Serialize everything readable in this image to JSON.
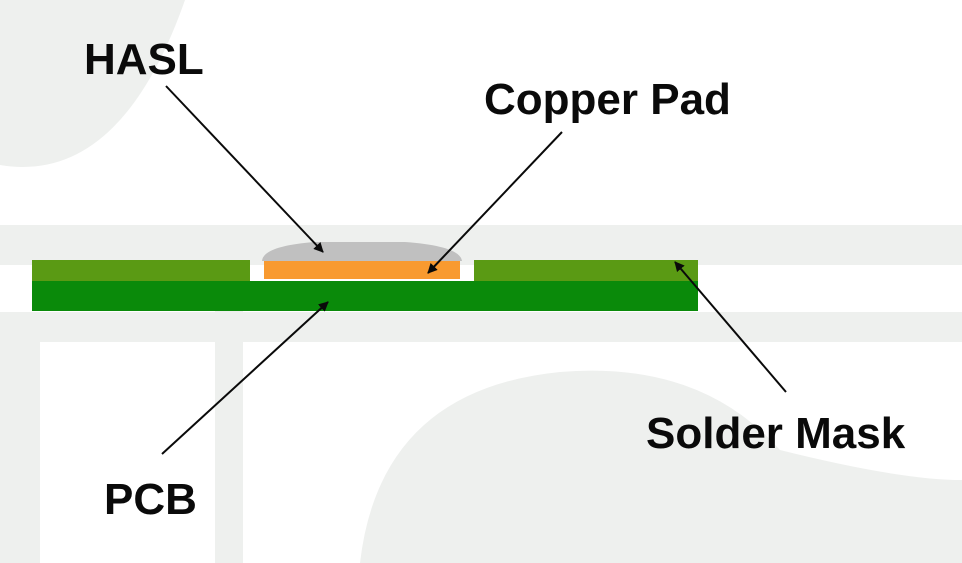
{
  "labels": {
    "hasl": "HASL",
    "copper_pad": "Copper Pad",
    "solder_mask": "Solder Mask",
    "pcb": "PCB"
  },
  "colors": {
    "background": "#ffffff",
    "watermark": "#eef0ee",
    "pcb": "#0a8a0a",
    "solder_mask": "#5a9a14",
    "copper": "#f89a30",
    "hasl": "#c0c0c0",
    "text": "#0a0a0a",
    "arrow": "#0a0a0a"
  }
}
